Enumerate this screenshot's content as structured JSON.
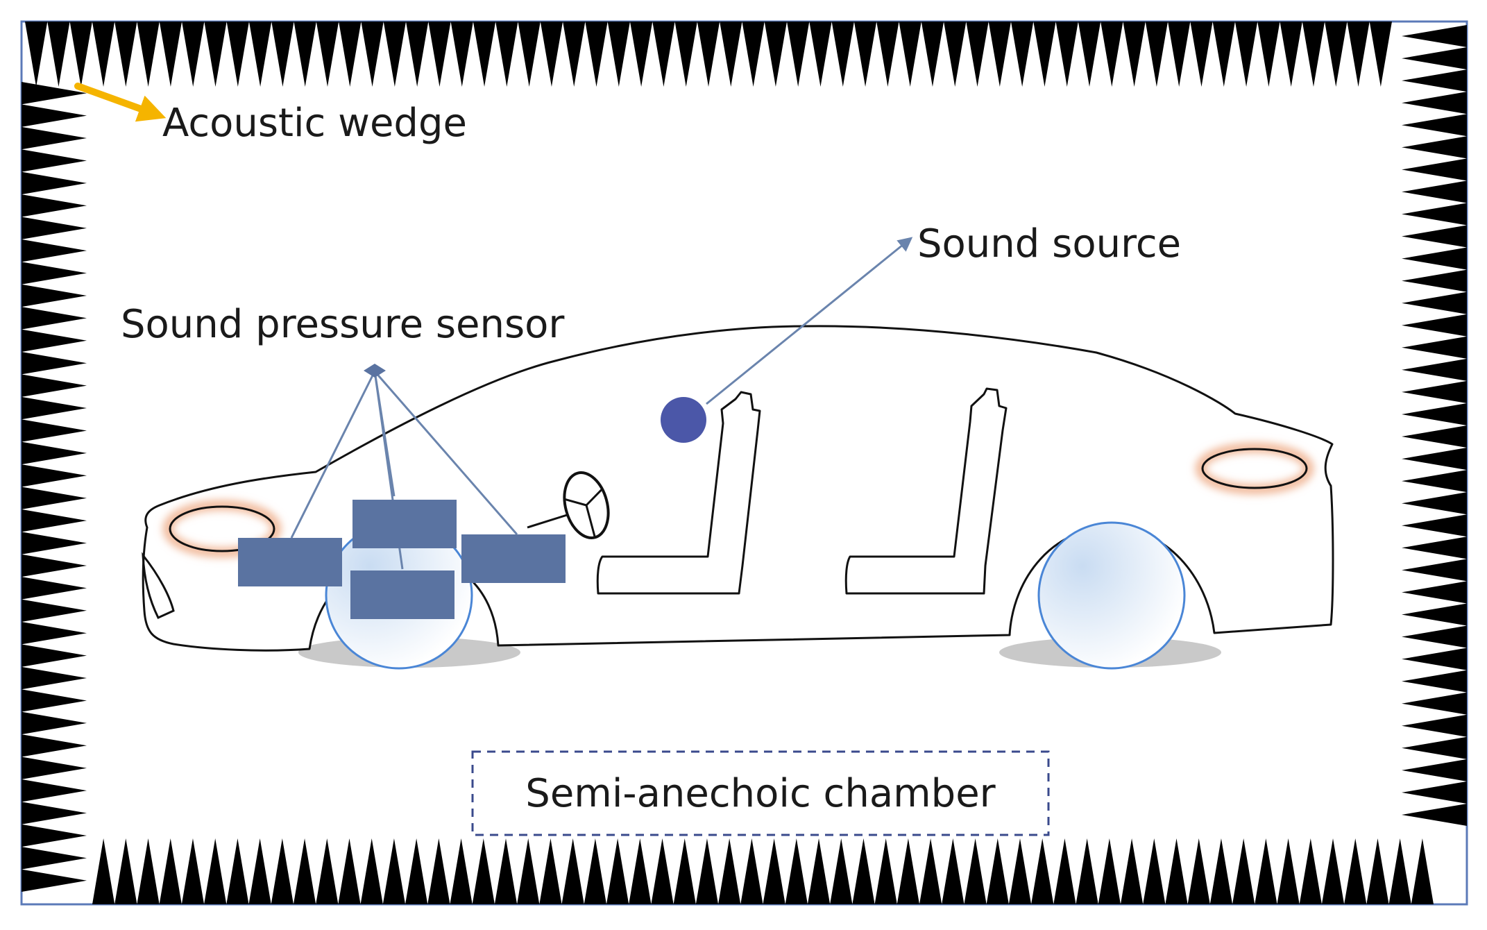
{
  "labels": {
    "acoustic_wedge": "Acoustic wedge",
    "sound_source": "Sound source",
    "sound_pressure_sensor": "Sound pressure sensor",
    "chamber": "Semi-anechoic chamber"
  },
  "colors": {
    "wedge": "#000000",
    "frame": "#5b7ab8",
    "sensor": "#5a73a1",
    "source": "#4b57a8",
    "leader": "#6a84ad",
    "wedge_arrow": "#f5b400",
    "speaker_glow": "#f0b594",
    "wheel_stroke": "#4a86d6",
    "chamber_box": "#3a4a8c"
  },
  "icons": {
    "wedge_arrow": "arrow-right-icon",
    "steering_wheel": "steering-wheel-icon",
    "sound_source": "sound-source-icon"
  }
}
